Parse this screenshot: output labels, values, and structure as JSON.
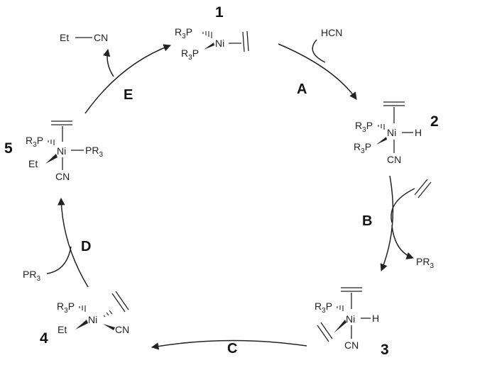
{
  "title": "",
  "colors": {
    "ink": "#222222",
    "background": "#ffffff"
  },
  "steps": [
    "A",
    "B",
    "C",
    "D",
    "E"
  ],
  "labels": {
    "c1": "1",
    "c2": "2",
    "c3": "3",
    "c4": "4",
    "c5": "5",
    "stepA": "A",
    "stepB": "B",
    "stepC": "C",
    "stepD": "D",
    "stepE": "E"
  },
  "reagents": {
    "hcn": "HCN",
    "pr3_out": "PR",
    "pr3_in": "PR",
    "sub3": "3",
    "product_et": "Et",
    "product_cn": "CN"
  },
  "atoms": {
    "ni": "Ni",
    "r": "R",
    "p": "P",
    "h": "H",
    "cn": "CN",
    "et": "Et",
    "three": "3"
  }
}
